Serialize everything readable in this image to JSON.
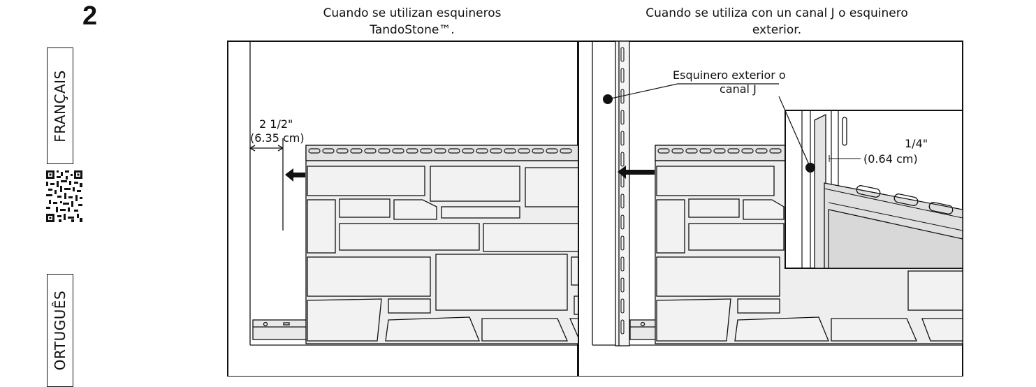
{
  "step_number": "2",
  "language_tabs": {
    "french": "FRANÇAIS",
    "portuguese": "ORTUGUÊS"
  },
  "captions": {
    "left_line1": "Cuando se utilizan esquineros",
    "left_line2": "TandoStone™.",
    "right_line1": "Cuando se utiliza con un canal J o esquinero",
    "right_line2": "exterior."
  },
  "left_panel": {
    "measure_inches": "2 1/2\"",
    "measure_cm": "(6.35 cm)"
  },
  "right_panel": {
    "callout_line1": "Esquinero exterior o",
    "callout_line2": "canal J",
    "gap_inches": "1/4\"",
    "gap_cm": "(0.64 cm)"
  }
}
